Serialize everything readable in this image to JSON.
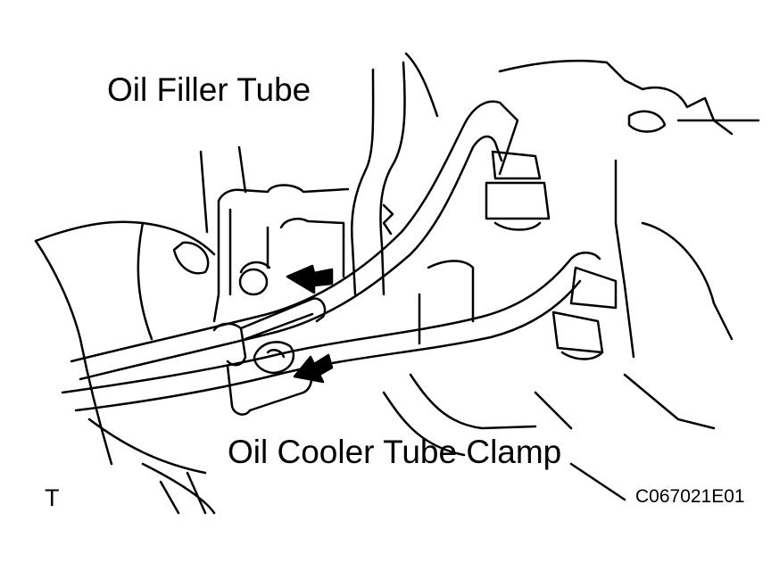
{
  "labels": {
    "oil_filler_tube": "Oil Filler Tube",
    "oil_cooler_tube_clamp": "Oil Cooler Tube Clamp",
    "corner_mark": "T",
    "figure_code": "C067021E01"
  },
  "colors": {
    "line": "#000000",
    "background": "#ffffff"
  }
}
